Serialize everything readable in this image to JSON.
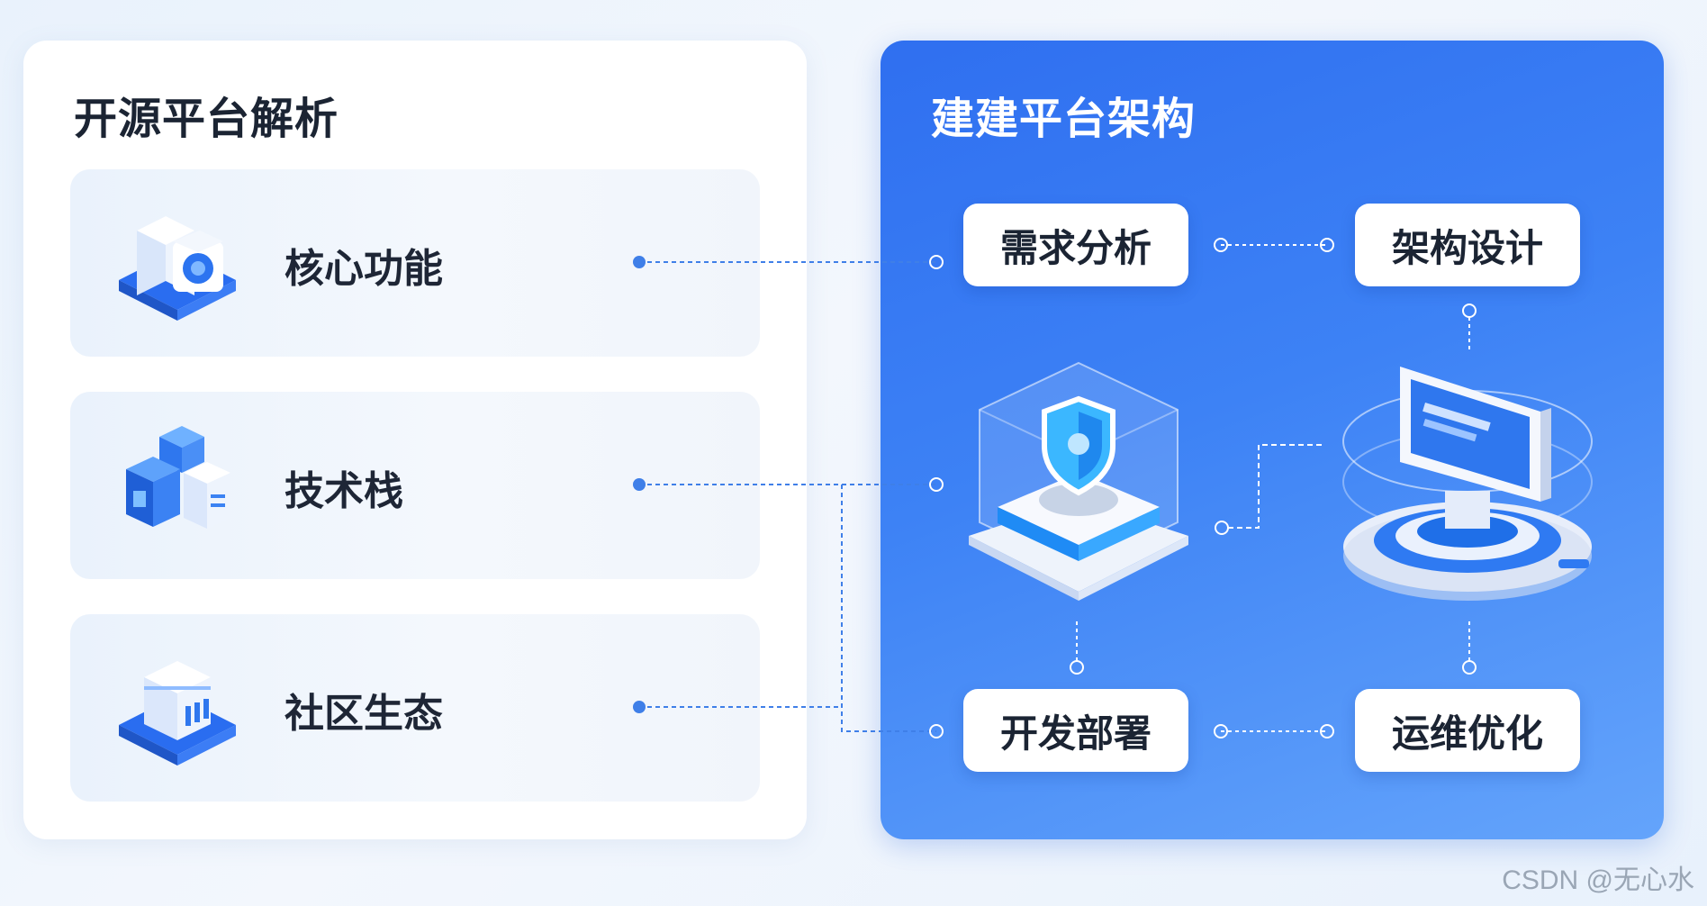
{
  "left_panel": {
    "title": "开源平台解析",
    "features": [
      {
        "label": "核心功能",
        "icon": "server-block-icon"
      },
      {
        "label": "技术栈",
        "icon": "stacked-cubes-icon"
      },
      {
        "label": "社区生态",
        "icon": "building-block-icon"
      }
    ]
  },
  "right_panel": {
    "title": "建建平台架构",
    "steps": [
      {
        "label": "需求分析"
      },
      {
        "label": "架构设计"
      },
      {
        "label": "开发部署"
      },
      {
        "label": "运维优化"
      }
    ],
    "illustrations": [
      "security-shield-platform-icon",
      "monitor-platform-icon"
    ]
  },
  "watermark": "CSDN @无心水",
  "colors": {
    "accent_blue": "#3d82f5",
    "dark_blue": "#2f6ff0",
    "text_dark": "#1b2433",
    "connector": "#3f7fe8"
  }
}
